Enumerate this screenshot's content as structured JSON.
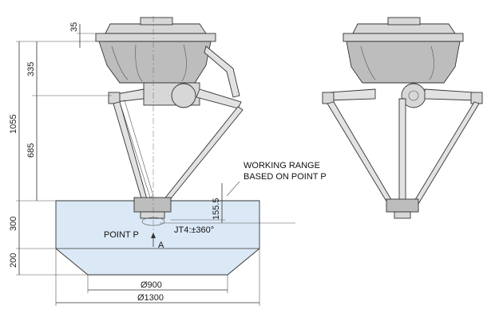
{
  "dimensions": {
    "d35": "35",
    "d335": "335",
    "d1055": "1055",
    "d685": "685",
    "d300": "300",
    "d200": "200",
    "d155_5": "155.5",
    "d900": "Ø900",
    "d1300": "Ø1300"
  },
  "labels": {
    "working_range_line1": "WORKING RANGE",
    "working_range_line2": "BASED ON POINT P",
    "point_p": "POINT P",
    "jt4": "JT4:±360°",
    "section_a": "A"
  },
  "colors": {
    "workspace_fill": "#dbe9f6",
    "body_fill": "#d7d7d7",
    "line": "#333333"
  }
}
